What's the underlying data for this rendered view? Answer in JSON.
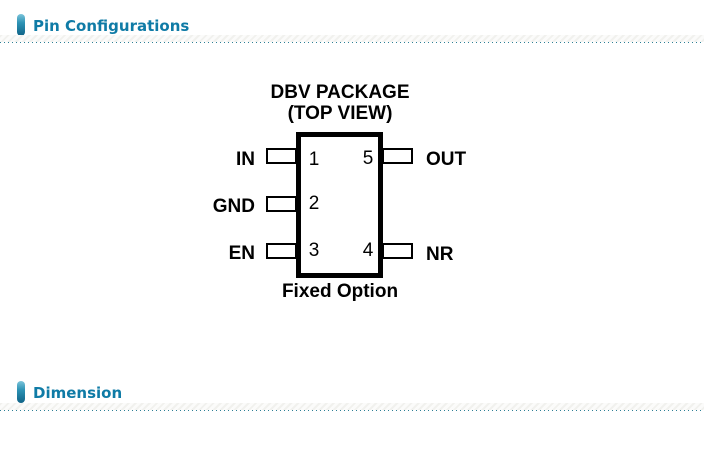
{
  "page": {
    "background": "#ffffff",
    "accent_color": "#0f7ba6",
    "separator_dot_color": "#2d8096",
    "icons": {
      "section_bullet": "vertical-pill-gradient"
    }
  },
  "sections": [
    {
      "title": "Pin Configurations"
    },
    {
      "title": "Dimension"
    }
  ],
  "pin_diagram": {
    "package_title_line1": "DBV PACKAGE",
    "package_title_line2": "(TOP VIEW)",
    "caption": "Fixed Option",
    "left_pins": [
      {
        "number": "1",
        "label": "IN"
      },
      {
        "number": "2",
        "label": "GND"
      },
      {
        "number": "3",
        "label": "EN"
      }
    ],
    "right_pins": [
      {
        "number": "5",
        "label": "OUT"
      },
      {
        "number": "4",
        "label": "NR"
      }
    ]
  }
}
